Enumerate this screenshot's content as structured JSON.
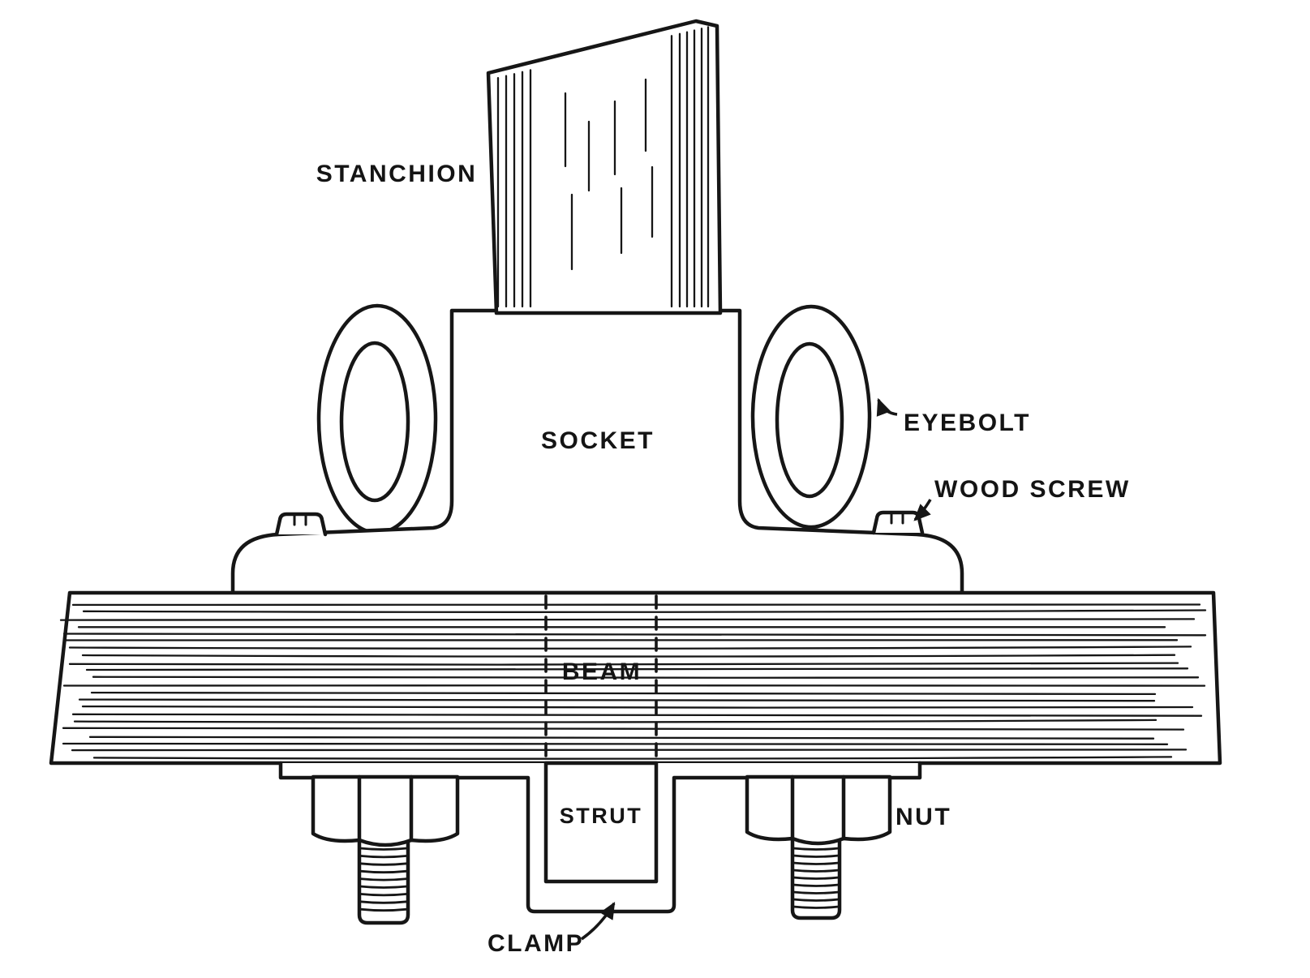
{
  "diagram": {
    "type": "technical-line-drawing",
    "subject": "stanchion-socket-mounting-assembly",
    "colors": {
      "ink": "#161616",
      "background": "#ffffff"
    },
    "labels": {
      "stanchion": "STANCHION",
      "socket": "SOCKET",
      "eyebolt": "EYEBOLT",
      "wood_screw": "WOOD SCREW",
      "beam": "BEAM",
      "strut": "STRUT",
      "nut": "NUT",
      "clamp": "CLAMP"
    }
  }
}
